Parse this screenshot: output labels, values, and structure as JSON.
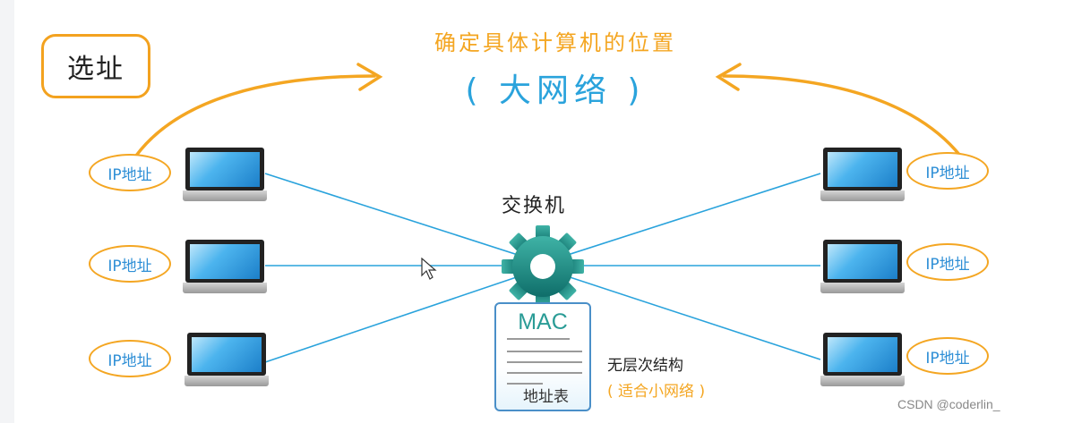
{
  "badge": "选址",
  "headline": "确定具体计算机的位置",
  "subline": "( 大网络 )",
  "switch": {
    "label": "交换机",
    "table_title": "MAC",
    "table_footer": "地址表"
  },
  "ip_label": "IP地址",
  "hosts": {
    "left": [
      "IP地址",
      "IP地址",
      "IP地址"
    ],
    "right": [
      "IP地址",
      "IP地址",
      "IP地址"
    ]
  },
  "notes": {
    "structure": "无层次结构",
    "suitability": "( 适合小网络 )"
  },
  "watermark": "CSDN @coderlin_",
  "colors": {
    "accent_orange": "#f4a622",
    "wire_blue": "#2aa3dc",
    "gear_teal": "#1f8a84"
  },
  "icons": [
    "laptop-icon",
    "gear-icon",
    "document-icon",
    "cursor-icon"
  ]
}
